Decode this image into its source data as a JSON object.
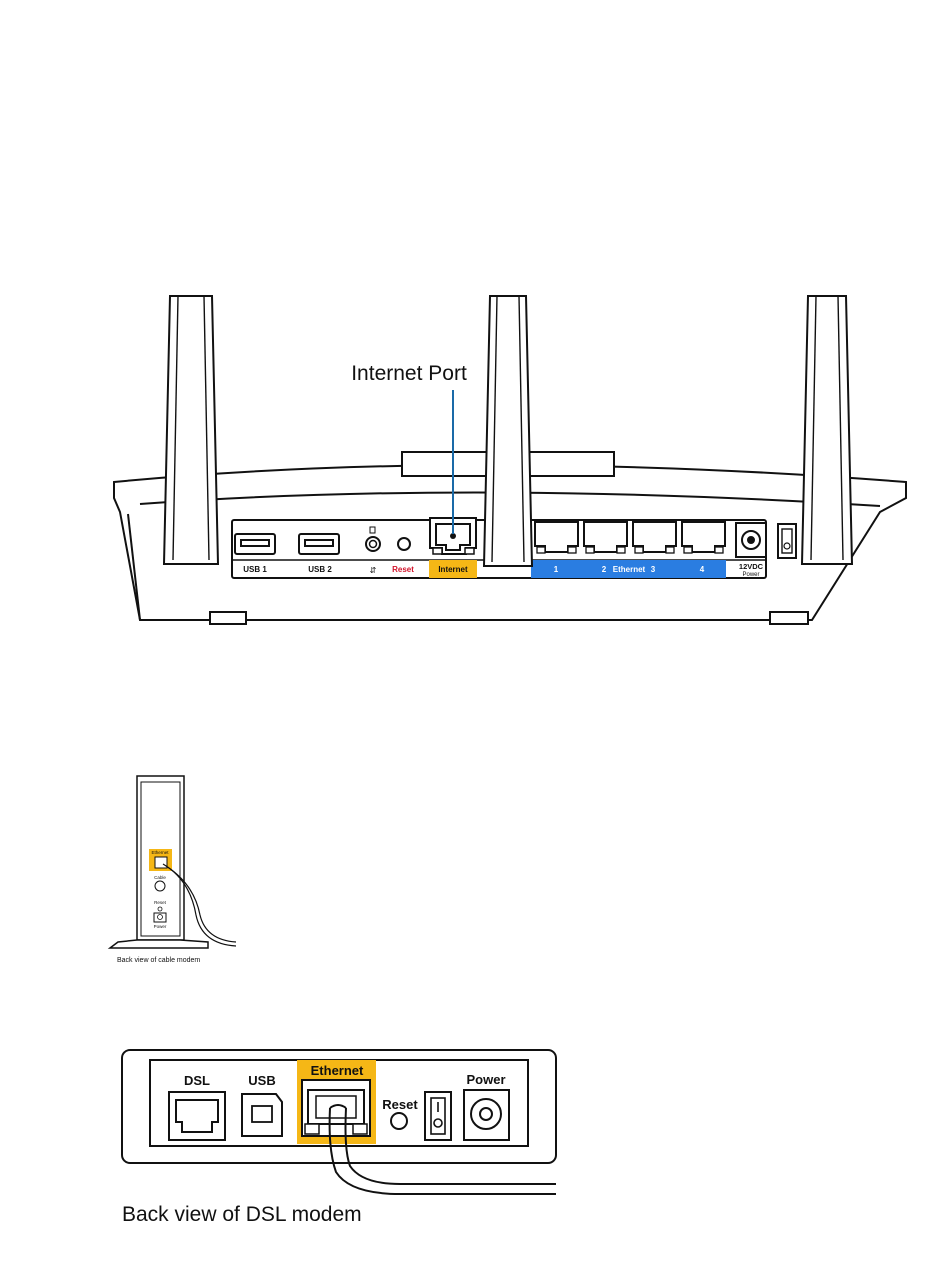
{
  "router": {
    "callout": "Internet Port",
    "ports": {
      "usb1": "USB 1",
      "usb2": "USB 2",
      "wps_symbol": "⇵",
      "reset": "Reset",
      "internet": "Internet",
      "eth1": "1",
      "eth2": "2",
      "ethernet": "Ethernet",
      "eth3": "3",
      "eth4": "4",
      "power_spec": "12VDC",
      "power": "Power"
    },
    "colors": {
      "internet_highlight": "#f5b716",
      "ethernet_band": "#2a7de1",
      "reset_text": "#d2142b"
    }
  },
  "cable_modem": {
    "ports": {
      "ethernet": "Ethernet",
      "cable": "Cable",
      "reset": "Reset",
      "power": "Power"
    },
    "caption": "Back view of cable modem"
  },
  "dsl_modem": {
    "ports": {
      "dsl": "DSL",
      "usb": "USB",
      "ethernet": "Ethernet",
      "reset": "Reset",
      "power": "Power"
    },
    "caption": "Back view of DSL modem"
  }
}
